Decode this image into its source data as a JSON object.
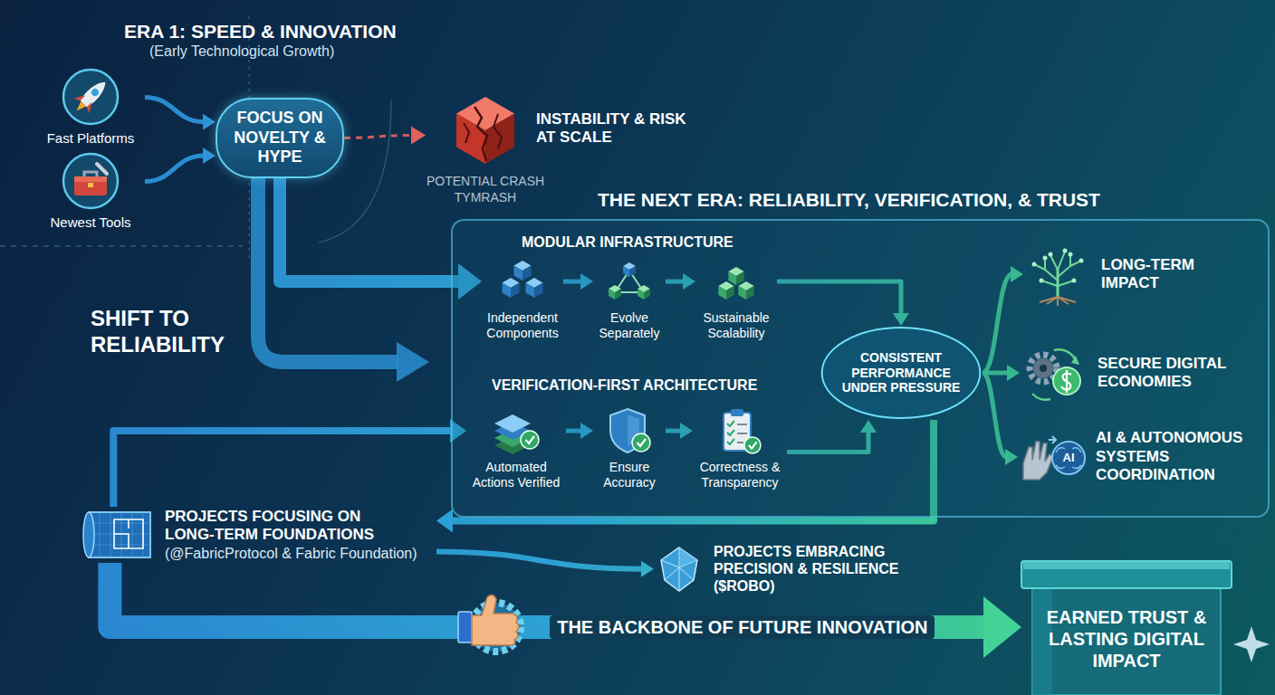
{
  "diagram": {
    "nodes": [
      {
        "text": [
          "Fast Platforms"
        ]
      },
      {
        "text": [
          "Newest Tools"
        ]
      },
      {
        "text": [
          "FOCUS ON NOVELTY & HYPE"
        ]
      },
      {
        "text": [
          "INSTABILITY & RISK AT SCALE",
          "POTENTIAL CRASH",
          "TYMRASH"
        ]
      },
      {
        "text": [
          "THE NEXT ERA: RELIABILITY, VERIFICATION, & TRUST"
        ]
      },
      {
        "text": [
          "Independent Components"
        ],
        "in": 4
      },
      {
        "text": [
          "Evolve Separately"
        ],
        "in": 4
      },
      {
        "text": [
          "Sustainable Scalability"
        ],
        "in": 4
      },
      {
        "text": [
          "Automated Actions Verified"
        ],
        "in": 4
      },
      {
        "text": [
          "Ensure Accuracy"
        ],
        "in": 4
      },
      {
        "text": [
          "Correctness & Transparency"
        ],
        "in": 4
      },
      {
        "text": [
          "CONSISTENT PERFORMANCE UNDER PRESSURE"
        ],
        "in": 4
      },
      {
        "text": [
          "LONG-TERM IMPACT"
        ],
        "in": 4
      },
      {
        "text": [
          "SECURE DIGITAL ECONOMIES"
        ],
        "in": 4
      },
      {
        "text": [
          "AI & AUTONOMOUS SYSTEMS COORDINATION"
        ],
        "in": 4
      },
      {
        "text": [
          "PROJECTS FOCUSING ON LONG-TERM FOUNDATIONS",
          "(@FabricProtocol & Fabric Foundation)"
        ]
      },
      {
        "text": [
          "PROJECTS EMBRACING PRECISION & RESILIENCE",
          "($ROBO)"
        ]
      },
      {
        "text": [
          "EARNED TRUST & LASTING DIGITAL IMPACT"
        ]
      }
    ],
    "edges": [
      {
        "from": 0,
        "to": 2,
        "arrow": "to"
      },
      {
        "from": 1,
        "to": 2,
        "arrow": "to"
      },
      {
        "from": 2,
        "to": 3,
        "arrow": "to"
      },
      {
        "from": 2,
        "to": 5,
        "arrow": "to"
      },
      {
        "from": 5,
        "to": 6,
        "arrow": "to"
      },
      {
        "from": 6,
        "to": 7,
        "arrow": "to"
      },
      {
        "from": 7,
        "to": 11,
        "arrow": "to"
      },
      {
        "from": 8,
        "to": 9,
        "arrow": "to"
      },
      {
        "from": 9,
        "to": 10,
        "arrow": "to"
      },
      {
        "from": 10,
        "to": 11,
        "arrow": "to"
      },
      {
        "from": 11,
        "to": 12,
        "arrow": "to"
      },
      {
        "from": 11,
        "to": 13,
        "arrow": "to"
      },
      {
        "from": 11,
        "to": 14,
        "arrow": "to"
      },
      {
        "from": 11,
        "to": 15,
        "arrow": "to"
      },
      {
        "from": 15,
        "to": 8,
        "arrow": "to"
      },
      {
        "from": 15,
        "to": 16,
        "arrow": "to"
      },
      {
        "from": 15,
        "to": 17,
        "label": "THE BACKBONE OF FUTURE INNOVATION",
        "arrow": "to"
      }
    ],
    "labels": [
      "ERA 1: SPEED & INNOVATION",
      "(Early Technological Growth)",
      "SHIFT TO RELIABILITY",
      "MODULAR INFRASTRUCTURE",
      "VERIFICATION-FIRST ARCHITECTURE",
      "AI"
    ]
  }
}
